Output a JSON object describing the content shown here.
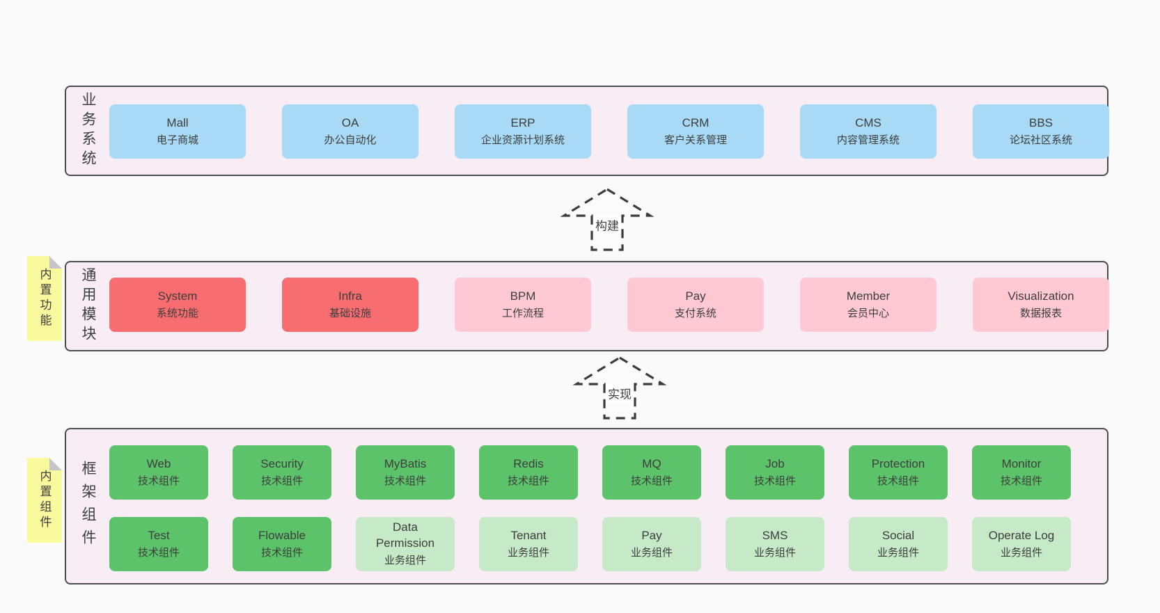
{
  "colors": {
    "page_bg": "#fafafa",
    "container_bg": "#f8edf5",
    "container_border": "#4c4c4c",
    "blue_box": "#a9daf5",
    "red_box": "#f76d70",
    "pink_box": "#ffc9d3",
    "green_box": "#5cc36b",
    "light_green_box": "#c6e9c7",
    "sticky_yellow": "#fbf99e",
    "sticky_fold_gray": "#c6c6c6",
    "arrow_stroke": "#3b3b3b",
    "text": "#3d3d3d"
  },
  "arrows": {
    "build_label": "构建",
    "implement_label": "实现"
  },
  "business": {
    "label": "业务系统",
    "boxes": [
      {
        "en": "Mall",
        "zh": "电子商城"
      },
      {
        "en": "OA",
        "zh": "办公自动化"
      },
      {
        "en": "ERP",
        "zh": "企业资源计划系统"
      },
      {
        "en": "CRM",
        "zh": "客户关系管理"
      },
      {
        "en": "CMS",
        "zh": "内容管理系统"
      },
      {
        "en": "BBS",
        "zh": "论坛社区系统"
      }
    ]
  },
  "modules": {
    "label": "通用模块",
    "note": "内置功能",
    "boxes": [
      {
        "en": "System",
        "zh": "系统功能",
        "variant": "red"
      },
      {
        "en": "Infra",
        "zh": "基础设施",
        "variant": "red"
      },
      {
        "en": "BPM",
        "zh": "工作流程",
        "variant": "pink"
      },
      {
        "en": "Pay",
        "zh": "支付系统",
        "variant": "pink"
      },
      {
        "en": "Member",
        "zh": "会员中心",
        "variant": "pink"
      },
      {
        "en": "Visualization",
        "zh": "数据报表",
        "variant": "pink"
      }
    ]
  },
  "framework": {
    "label": "框架组件",
    "note": "内置组件",
    "row1": [
      {
        "en": "Web",
        "zh": "技术组件",
        "variant": "green"
      },
      {
        "en": "Security",
        "zh": "技术组件",
        "variant": "green"
      },
      {
        "en": "MyBatis",
        "zh": "技术组件",
        "variant": "green"
      },
      {
        "en": "Redis",
        "zh": "技术组件",
        "variant": "green"
      },
      {
        "en": "MQ",
        "zh": "技术组件",
        "variant": "green"
      },
      {
        "en": "Job",
        "zh": "技术组件",
        "variant": "green"
      },
      {
        "en": "Protection",
        "zh": "技术组件",
        "variant": "green"
      },
      {
        "en": "Monitor",
        "zh": "技术组件",
        "variant": "green"
      }
    ],
    "row2": [
      {
        "en": "Test",
        "zh": "技术组件",
        "variant": "green"
      },
      {
        "en": "Flowable",
        "zh": "技术组件",
        "variant": "green"
      },
      {
        "en": "Data Permission",
        "zh": "业务组件",
        "variant": "light_green"
      },
      {
        "en": "Tenant",
        "zh": "业务组件",
        "variant": "light_green"
      },
      {
        "en": "Pay",
        "zh": "业务组件",
        "variant": "light_green"
      },
      {
        "en": "SMS",
        "zh": "业务组件",
        "variant": "light_green"
      },
      {
        "en": "Social",
        "zh": "业务组件",
        "variant": "light_green"
      },
      {
        "en": "Operate Log",
        "zh": "业务组件",
        "variant": "light_green"
      }
    ]
  }
}
